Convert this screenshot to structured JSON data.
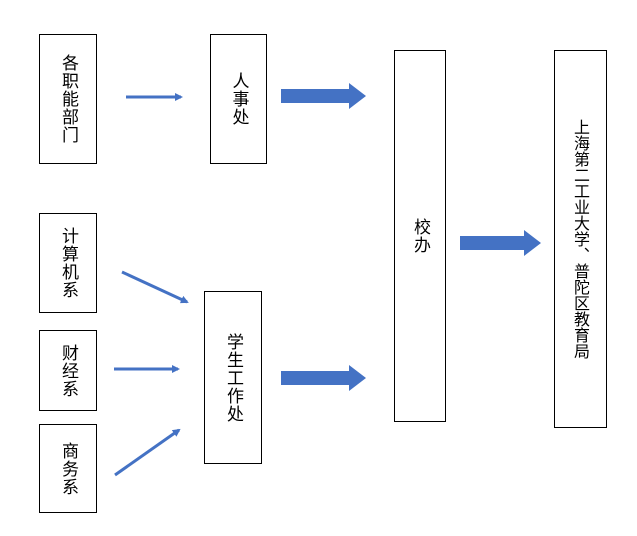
{
  "colors": {
    "arrow": "#4472C4",
    "box_border": "#000000",
    "text": "#000000"
  },
  "nodes": {
    "departments": "各职能部门",
    "hr_office": "人事处",
    "cs_dept": "计算机系",
    "finance_dept": "财经系",
    "business_dept": "商务系",
    "student_affairs": "学生工作处",
    "school_office": "校办",
    "authority": "上海第二工业大学、普陀区教育局"
  }
}
